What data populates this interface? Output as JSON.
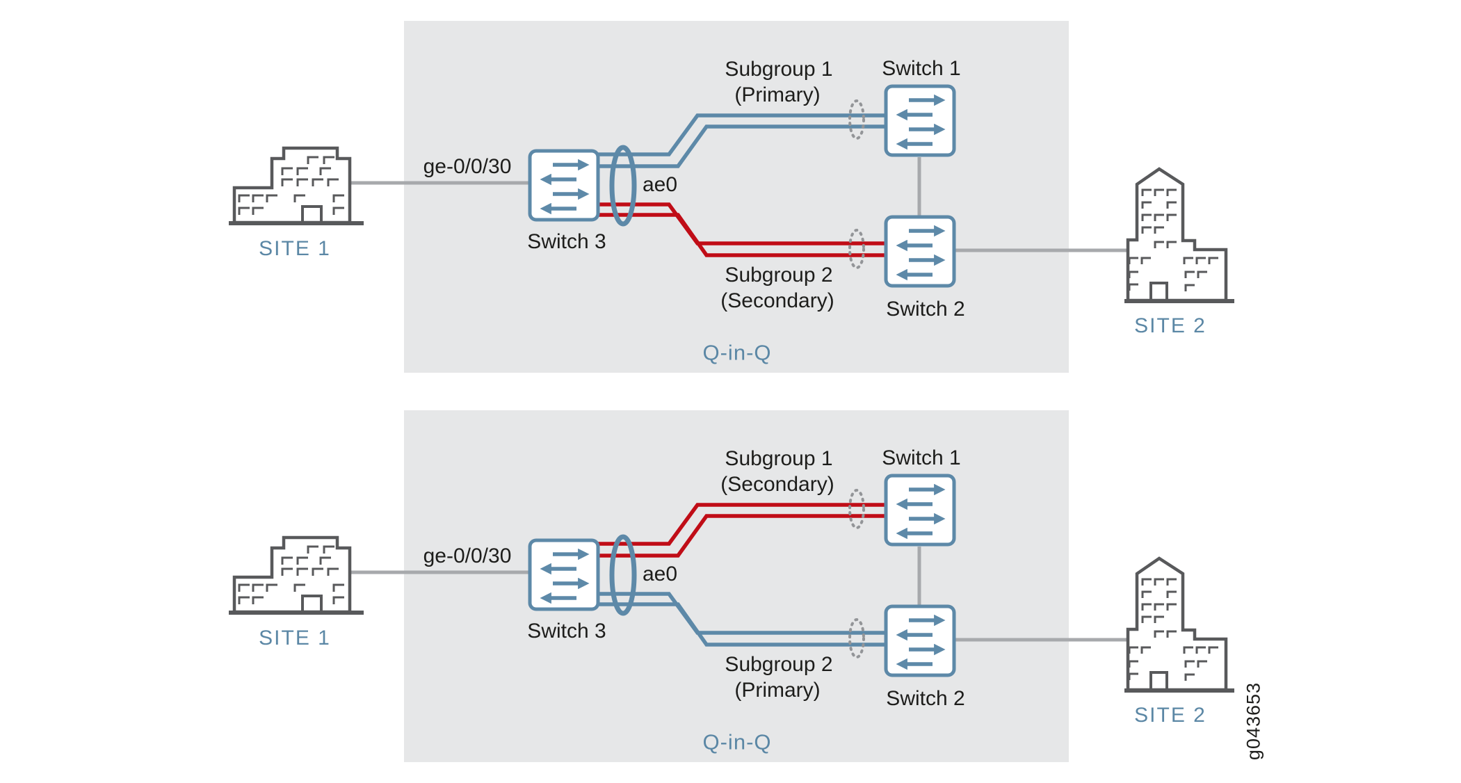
{
  "figure": {
    "id_label": "g043653"
  },
  "colors": {
    "panel": "#e6e7e8",
    "blue": "#5d89a8",
    "red": "#c00d17",
    "line-gray": "#a7a9ac",
    "building": "#58595b",
    "dash-gray": "#939598",
    "label-blue": "#5b87a5",
    "text": "#1d1d1b"
  },
  "diagram1": {
    "site1_label": "SITE 1",
    "site2_label": "SITE 2",
    "interface_label": "ge-0/0/30",
    "lag_label": "ae0",
    "switch3_label": "Switch 3",
    "switch1_label": "Switch 1",
    "switch2_label": "Switch 2",
    "subgroup1_label": "Subgroup 1",
    "subgroup1_role": "(Primary)",
    "subgroup2_label": "Subgroup 2",
    "subgroup2_role": "(Secondary)",
    "panel_label": "Q-in-Q"
  },
  "diagram2": {
    "site1_label": "SITE 1",
    "site2_label": "SITE 2",
    "interface_label": "ge-0/0/30",
    "lag_label": "ae0",
    "switch3_label": "Switch 3",
    "switch1_label": "Switch 1",
    "switch2_label": "Switch 2",
    "subgroup1_label": "Subgroup 1",
    "subgroup1_role": "(Secondary)",
    "subgroup2_label": "Subgroup 2",
    "subgroup2_role": "(Primary)",
    "panel_label": "Q-in-Q"
  }
}
